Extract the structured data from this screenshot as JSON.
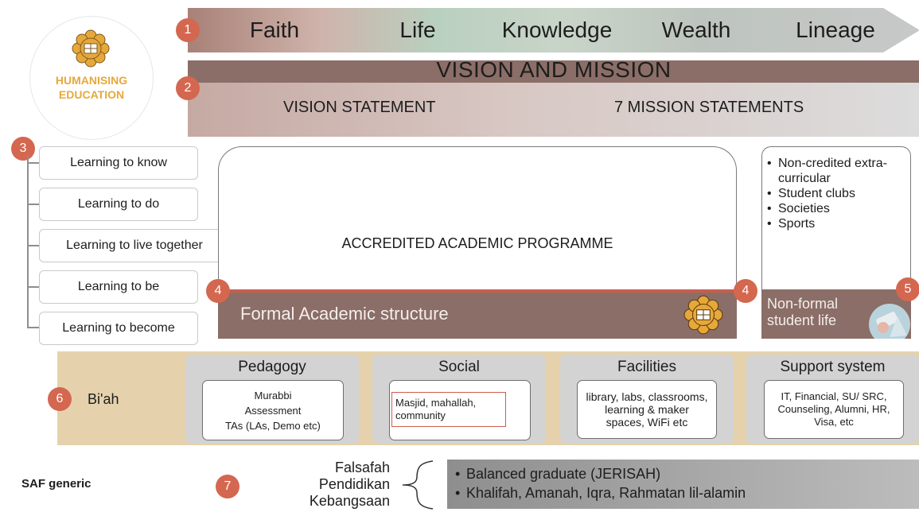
{
  "logo": {
    "line1": "HUMANISING",
    "line2": "EDUCATION"
  },
  "markers": [
    "1",
    "2",
    "3",
    "4",
    "4",
    "5",
    "6",
    "7"
  ],
  "pillars": [
    "Faith",
    "Life",
    "Knowledge",
    "Wealth",
    "Lineage"
  ],
  "vision_mission": {
    "title": "VISION AND MISSION",
    "vision": "VISION STATEMENT",
    "mission": "7 MISSION STATEMENTS"
  },
  "learning": [
    "Learning to know",
    "Learning to do",
    "Learning to live together",
    "Learning to be",
    "Learning to become"
  ],
  "academic": {
    "programme": "ACCREDITED ACADEMIC PROGRAMME",
    "structure": "Formal Academic structure"
  },
  "nonformal": {
    "items": [
      "Non-credited extra-curricular",
      "Student clubs",
      "Societies",
      "Sports"
    ],
    "label": "Non-formal student life"
  },
  "biah": {
    "label": "Bi'ah",
    "categories": [
      {
        "title": "Pedagogy",
        "lines": [
          "Murabbi",
          "Assessment",
          "TAs (LAs, Demo etc)"
        ]
      },
      {
        "title": "Social",
        "lines": [
          "Masjid, mahallah, community"
        ]
      },
      {
        "title": "Facilities",
        "lines": [
          "library, labs, classrooms, learning & maker spaces, WiFi etc"
        ]
      },
      {
        "title": "Support system",
        "lines": [
          "IT, Financial, SU/ SRC, Counseling, Alumni, HR, Visa, etc"
        ]
      }
    ]
  },
  "saf": {
    "label": "SAF generic",
    "falsafah": [
      "Falsafah",
      "Pendidikan",
      "Kebangsaan"
    ],
    "outcomes": [
      "Balanced graduate (JERISAH)",
      "Khalifah, Amanah, Iqra, Rahmatan lil-alamin"
    ]
  },
  "colors": {
    "marker": "#d4674f",
    "brown_bar": "#8b6e67",
    "accent_red": "#c95e4f",
    "gold": "#e7a83a",
    "biah_band": "#e5d2ad",
    "panel_grey": "#d3d3d3"
  },
  "icons": [
    "humanising-education-emblem-icon",
    "student-life-photo-icon"
  ]
}
